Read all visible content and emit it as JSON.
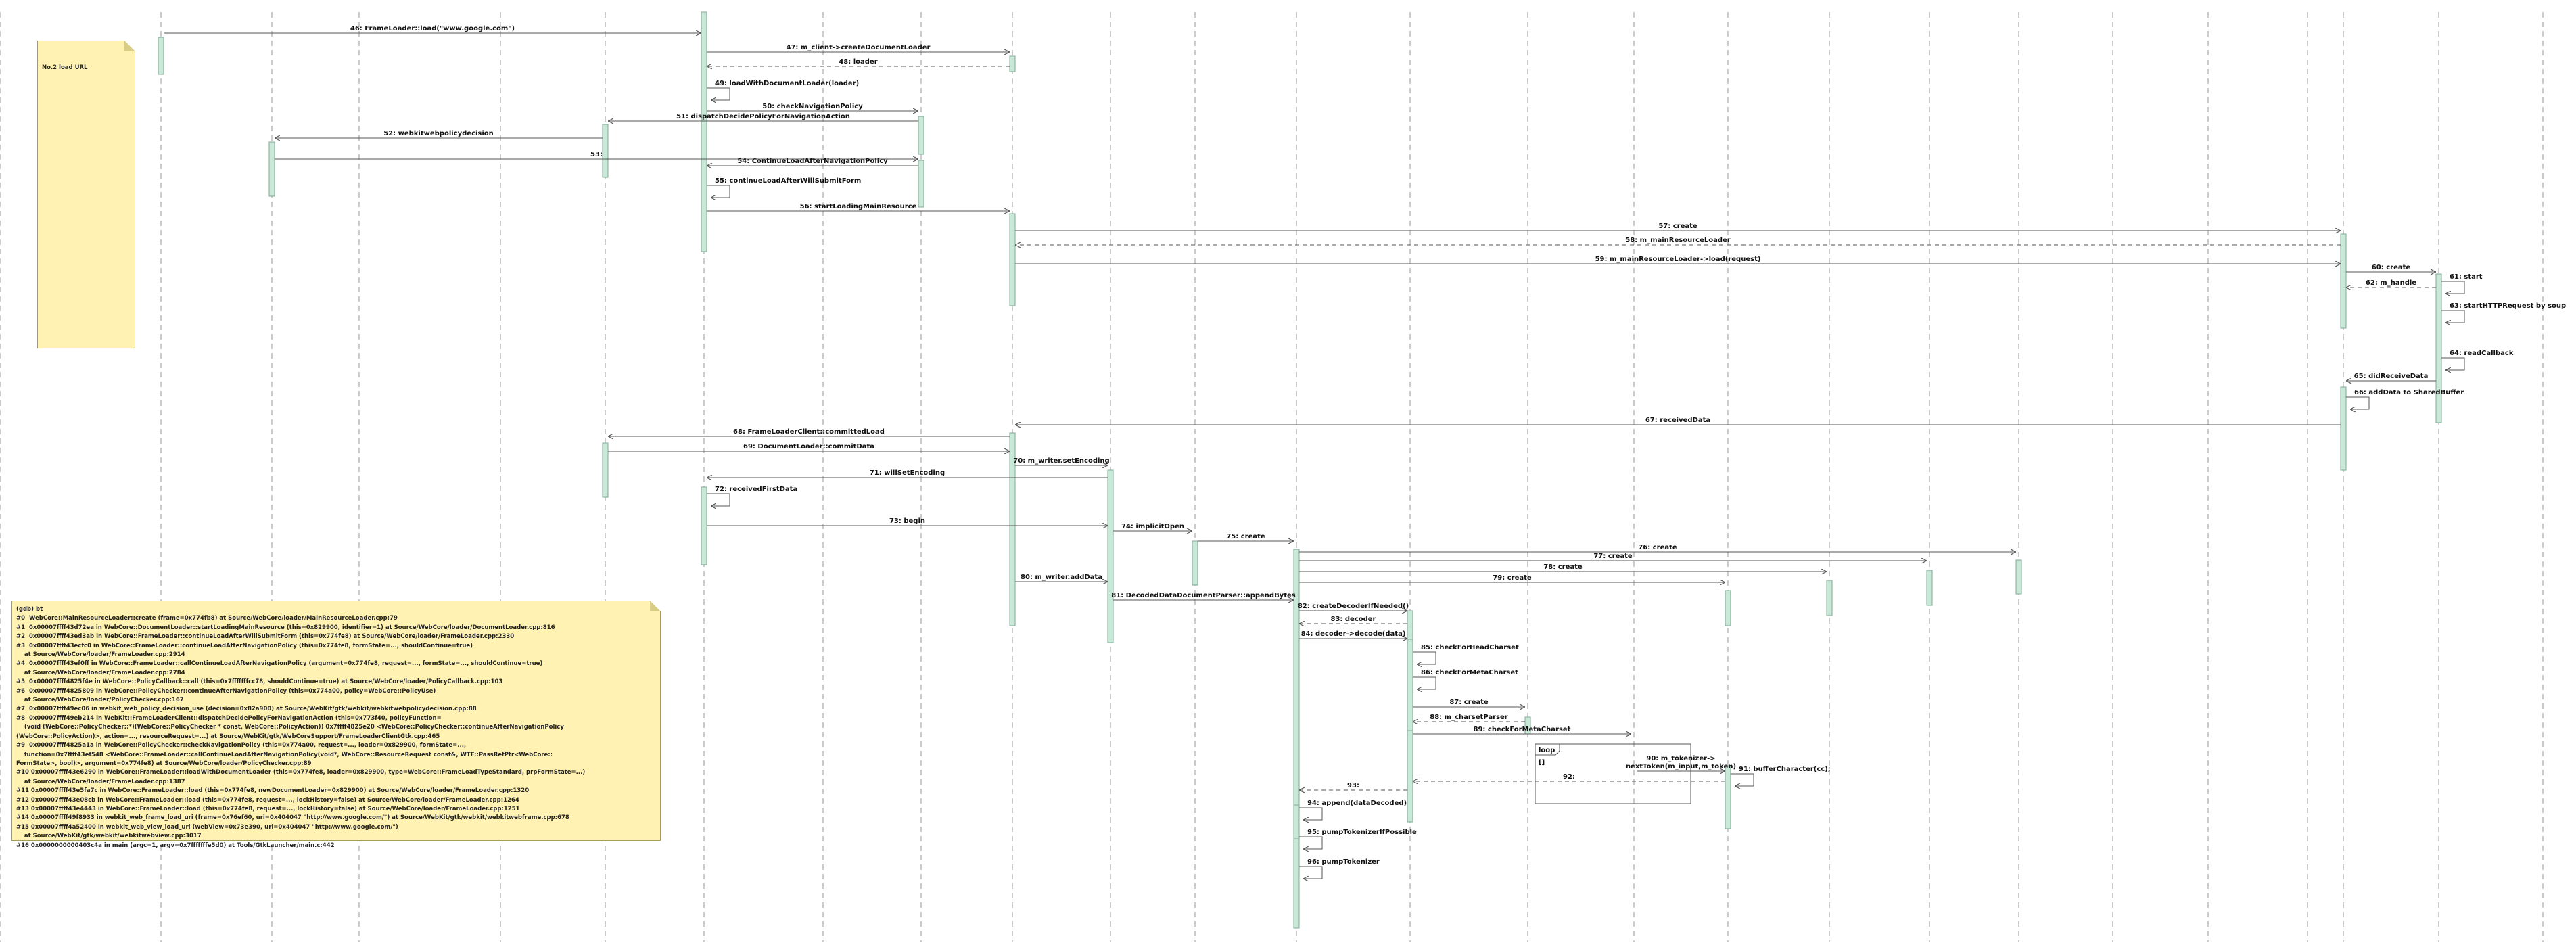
{
  "diagram": {
    "type": "sequence",
    "lifeline_count": 26,
    "colors": {
      "lifeline": "#9a9a9a",
      "activation_fill": "#c9e8d8",
      "activation_stroke": "#7faa95",
      "arrow": "#555555",
      "note_fill": "#fff2b3",
      "frame": "#555555"
    },
    "messages": [
      {
        "label": "46: FrameLoader::load(\"www.google.com\")",
        "from": 1,
        "to": 6,
        "style": "sync"
      },
      {
        "label": "47: m_client->createDocumentLoader",
        "from": 6,
        "to": 9,
        "style": "sync"
      },
      {
        "label": "48: loader",
        "from": 9,
        "to": 6,
        "style": "return"
      },
      {
        "label": "49: loadWithDocumentLoader(loader)",
        "from": 6,
        "to": 6,
        "style": "self"
      },
      {
        "label": "50: checkNavigationPolicy",
        "from": 6,
        "to": 8,
        "style": "sync"
      },
      {
        "label": "51: dispatchDecidePolicyForNavigationAction",
        "from": 8,
        "to": 5,
        "style": "sync"
      },
      {
        "label": "52: webkitwebpolicydecision",
        "from": 5,
        "to": 2,
        "style": "sync"
      },
      {
        "label": "53:",
        "from": 2,
        "to": 8,
        "style": "sync"
      },
      {
        "label": "54: ContinueLoadAfterNavigationPolicy",
        "from": 8,
        "to": 6,
        "style": "sync"
      },
      {
        "label": "55: continueLoadAfterWillSubmitForm",
        "from": 6,
        "to": 6,
        "style": "self"
      },
      {
        "label": "56: startLoadingMainResource",
        "from": 6,
        "to": 9,
        "style": "sync"
      },
      {
        "label": "57: create",
        "from": 9,
        "to": 23,
        "style": "sync"
      },
      {
        "label": "58: m_mainResourceLoader",
        "from": 23,
        "to": 9,
        "style": "return"
      },
      {
        "label": "59: m_mainResourceLoader->load(request)",
        "from": 9,
        "to": 23,
        "style": "sync"
      },
      {
        "label": "60: create",
        "from": 23,
        "to": 24,
        "style": "sync"
      },
      {
        "label": "61: start",
        "from": 24,
        "to": 24,
        "style": "self"
      },
      {
        "label": "62: m_handle",
        "from": 24,
        "to": 23,
        "style": "return"
      },
      {
        "label": "63: startHTTPRequest by soup",
        "from": 24,
        "to": 24,
        "style": "self"
      },
      {
        "label": "64: readCallback",
        "from": 24,
        "to": 24,
        "style": "self"
      },
      {
        "label": "65: didReceiveData",
        "from": 24,
        "to": 23,
        "style": "sync"
      },
      {
        "label": "66: addData to SharedBuffer",
        "from": 23,
        "to": 23,
        "style": "self"
      },
      {
        "label": "67: receivedData",
        "from": 23,
        "to": 9,
        "style": "sync"
      },
      {
        "label": "68: FrameLoaderClient::committedLoad",
        "from": 9,
        "to": 5,
        "style": "sync"
      },
      {
        "label": "69: DocumentLoader::commitData",
        "from": 5,
        "to": 9,
        "style": "sync"
      },
      {
        "label": "70: m_writer.setEncoding",
        "from": 9,
        "to": 10,
        "style": "sync"
      },
      {
        "label": "71: willSetEncoding",
        "from": 10,
        "to": 6,
        "style": "sync"
      },
      {
        "label": "72: receivedFirstData",
        "from": 6,
        "to": 6,
        "style": "self"
      },
      {
        "label": "73: begin",
        "from": 6,
        "to": 10,
        "style": "sync"
      },
      {
        "label": "74: implicitOpen",
        "from": 10,
        "to": 11,
        "style": "sync"
      },
      {
        "label": "75: create",
        "from": 11,
        "to": 12,
        "style": "sync"
      },
      {
        "label": "76: create",
        "from": 12,
        "to": 19,
        "style": "sync"
      },
      {
        "label": "77: create",
        "from": 12,
        "to": 18,
        "style": "sync"
      },
      {
        "label": "78: create",
        "from": 12,
        "to": 17,
        "style": "sync"
      },
      {
        "label": "79: create",
        "from": 12,
        "to": 16,
        "style": "sync"
      },
      {
        "label": "80: m_writer.addData",
        "from": 9,
        "to": 10,
        "style": "sync"
      },
      {
        "label": "81: DecodedDataDocumentParser::appendBytes",
        "from": 10,
        "to": 12,
        "style": "sync"
      },
      {
        "label": "82: createDecoderIfNeeded()",
        "from": 12,
        "to": 13,
        "style": "sync"
      },
      {
        "label": "83: decoder",
        "from": 13,
        "to": 12,
        "style": "return"
      },
      {
        "label": "84: decoder->decode(data)",
        "from": 12,
        "to": 13,
        "style": "sync"
      },
      {
        "label": "85: checkForHeadCharset",
        "from": 13,
        "to": 13,
        "style": "self"
      },
      {
        "label": "86: checkForMetaCharset",
        "from": 13,
        "to": 13,
        "style": "self"
      },
      {
        "label": "87: create",
        "from": 13,
        "to": 14,
        "style": "sync"
      },
      {
        "label": "88: m_charsetParser",
        "from": 14,
        "to": 13,
        "style": "return"
      },
      {
        "label": "89: checkForMetaCharset",
        "from": 13,
        "to": 15,
        "style": "sync"
      },
      {
        "label": "90: m_tokenizer->\nnextToken(m_input,m_token)",
        "from": 15,
        "to": 16,
        "style": "sync"
      },
      {
        "label": "91: bufferCharacter(cc);",
        "from": 16,
        "to": 16,
        "style": "self"
      },
      {
        "label": "92:",
        "from": 16,
        "to": 13,
        "style": "return"
      },
      {
        "label": "93:",
        "from": 13,
        "to": 12,
        "style": "return"
      },
      {
        "label": "94: append(dataDecoded)",
        "from": 12,
        "to": 12,
        "style": "self"
      },
      {
        "label": "95: pumpTokenizerIfPossible",
        "from": 12,
        "to": 12,
        "style": "self"
      },
      {
        "label": "96: pumpTokenizer",
        "from": 12,
        "to": 12,
        "style": "self"
      }
    ],
    "loop_frame": {
      "label": "loop",
      "guard": "[]"
    },
    "notes": [
      {
        "id": "note-load-url",
        "lines": [
          "No.2 load URL"
        ]
      },
      {
        "id": "note-backtrace",
        "lines": [
          "(gdb) bt",
          "#0  WebCore::MainResourceLoader::create (frame=0x774fb8) at Source/WebCore/loader/MainResourceLoader.cpp:79",
          "#1  0x00007ffff43d72ea in WebCore::DocumentLoader::startLoadingMainResource (this=0x829900, identifier=1) at Source/WebCore/loader/DocumentLoader.cpp:816",
          "#2  0x00007ffff43ed3ab in WebCore::FrameLoader::continueLoadAfterWillSubmitForm (this=0x774fe8) at Source/WebCore/loader/FrameLoader.cpp:2330",
          "#3  0x00007ffff43ecfc0 in WebCore::FrameLoader::continueLoadAfterNavigationPolicy (this=0x774fe8, formState=..., shouldContinue=true)",
          "    at Source/WebCore/loader/FrameLoader.cpp:2914",
          "#4  0x00007ffff43ef0ff in WebCore::FrameLoader::callContinueLoadAfterNavigationPolicy (argument=0x774fe8, request=..., formState=..., shouldContinue=true)",
          "    at Source/WebCore/loader/FrameLoader.cpp:2784",
          "#5  0x00007ffff4825f4e in WebCore::PolicyCallback::call (this=0x7fffffffcc78, shouldContinue=true) at Source/WebCore/loader/PolicyCallback.cpp:103",
          "#6  0x00007ffff4825809 in WebCore::PolicyChecker::continueAfterNavigationPolicy (this=0x774a00, policy=WebCore::PolicyUse)",
          "    at Source/WebCore/loader/PolicyChecker.cpp:167",
          "#7  0x00007ffff49ec06 in webkit_web_policy_decision_use (decision=0x82a900) at Source/WebKit/gtk/webkit/webkitwebpolicydecision.cpp:88",
          "#8  0x00007ffff49eb214 in WebKit::FrameLoaderClient::dispatchDecidePolicyForNavigationAction (this=0x773f40, policyFunction=",
          "    (void (WebCore::PolicyChecker::*)(WebCore::PolicyChecker * const, WebCore::PolicyAction)) 0x7ffff4825e20 <WebCore::PolicyChecker::continueAfterNavigationPolicy",
          "(WebCore::PolicyAction)>, action=..., resourceRequest=...) at Source/WebKit/gtk/WebCoreSupport/FrameLoaderClientGtk.cpp:465",
          "#9  0x00007ffff4825a1a in WebCore::PolicyChecker::checkNavigationPolicy (this=0x774a00, request=..., loader=0x829900, formState=...,",
          "    function=0x7ffff43ef548 <WebCore::FrameLoader::callContinueLoadAfterNavigationPolicy(void*, WebCore::ResourceRequest const&, WTF::PassRefPtr<WebCore::",
          "FormState>, bool)>, argument=0x774fe8) at Source/WebCore/loader/PolicyChecker.cpp:89",
          "#10 0x00007ffff43e6290 in WebCore::FrameLoader::loadWithDocumentLoader (this=0x774fe8, loader=0x829900, type=WebCore::FrameLoadTypeStandard, prpFormState=...)",
          "    at Source/WebCore/loader/FrameLoader.cpp:1387",
          "#11 0x00007ffff43e5fa7c in WebCore::FrameLoader::load (this=0x774fe8, newDocumentLoader=0x829900) at Source/WebCore/loader/FrameLoader.cpp:1320",
          "#12 0x00007ffff43e08cb in WebCore::FrameLoader::load (this=0x774fe8, request=..., lockHistory=false) at Source/WebCore/loader/FrameLoader.cpp:1264",
          "#13 0x00007ffff43e4443 in WebCore::FrameLoader::load (this=0x774fe8, request=..., lockHistory=false) at Source/WebCore/loader/FrameLoader.cpp:1251",
          "#14 0x00007ffff49f8933 in webkit_web_frame_load_uri (frame=0x76ef60, uri=0x404047 \"http://www.google.com/\") at Source/WebKit/gtk/webkit/webkitwebframe.cpp:678",
          "#15 0x00007ffff4a52400 in webkit_web_view_load_uri (webView=0x73e390, uri=0x404047 \"http://www.google.com/\")",
          "    at Source/WebKit/gtk/webkit/webkitwebview.cpp:3017",
          "#16 0x0000000000403c4a in main (argc=1, argv=0x7fffffffe5d0) at Tools/GtkLauncher/main.c:442"
        ]
      }
    ]
  }
}
